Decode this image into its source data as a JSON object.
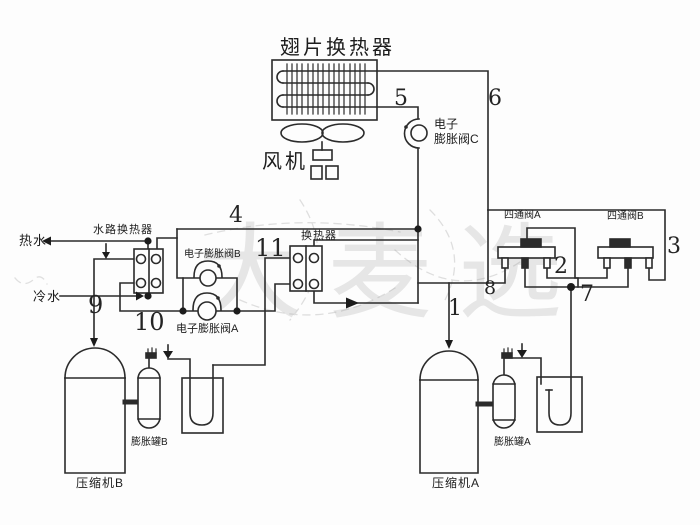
{
  "labels": {
    "fin_hx": "翅片换热器",
    "fan": "风机",
    "eev_c": "电子\n膨胀阀C",
    "water_hx": "水路换热器",
    "hot_water": "热水",
    "cold_water": "冷水",
    "eev_b": "电子膨胀阀B",
    "eev_a": "电子膨胀阀A",
    "mid_hx": "换热器",
    "four_way_a": "四通阀A",
    "four_way_b": "四通阀B",
    "comp_a": "压缩机A",
    "comp_b": "压缩机B",
    "tank_a": "膨胀罐A",
    "tank_b": "膨胀罐B"
  },
  "numbers": {
    "n1": "1",
    "n2": "2",
    "n3": "3",
    "n4": "4",
    "n5": "5",
    "n6": "6",
    "n7": "7",
    "n8": "8",
    "n9": "9",
    "n10": "10",
    "n11": "11"
  },
  "watermark": "大麦选",
  "colors": {
    "line": "#2b2b2b",
    "background": "#fdfdfd",
    "watermark": "#8c8c8c"
  }
}
